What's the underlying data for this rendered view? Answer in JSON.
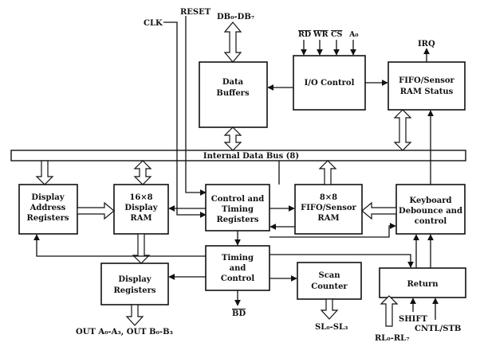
{
  "blocks": {
    "data_buffers": [
      "Data",
      "Buffers"
    ],
    "io_control": [
      "I/O Control"
    ],
    "fifo_status": [
      "FIFO/Sensor",
      "RAM Status"
    ],
    "internal_bus": "Internal Data Bus (8)",
    "display_address": [
      "Display",
      "Address",
      "Registers"
    ],
    "display_ram": [
      "16×8",
      "Display",
      "RAM"
    ],
    "control_timing_regs": [
      "Control and",
      "Timing",
      "Registers"
    ],
    "fifo_ram": [
      "8×8",
      "FIFO/Sensor",
      "RAM"
    ],
    "keyboard_debounce": [
      "Keyboard",
      "Debounce and",
      "control"
    ],
    "display_registers": [
      "Display",
      "Registers"
    ],
    "timing_control": [
      "Timing",
      "and",
      "Control"
    ],
    "scan_counter": [
      "Scan",
      "Counter"
    ],
    "return_block": [
      "Return"
    ]
  },
  "signals": {
    "clk": "CLK",
    "reset": "RESET",
    "db": "DB₀-DB₇",
    "rd": "RD",
    "wr": "WR",
    "cs": "CS",
    "a0": "A₀",
    "irq": "IRQ",
    "bd": "BD",
    "sl": "SL₀-SL₃",
    "out": "OUT A₀-A₃, OUT B₀-B₃",
    "rl": "RL₀-RL₇",
    "shift": "SHIFT",
    "cntl": "CNTL/STB"
  }
}
